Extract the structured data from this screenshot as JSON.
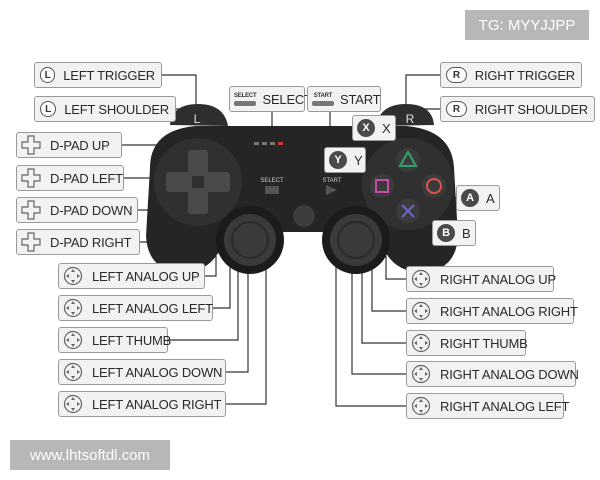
{
  "watermark_top": "TG: MYYJJPP",
  "watermark_bottom": "www.lhtsoftdl.com",
  "controller": {
    "left_bumper_letter": "L",
    "right_bumper_letter": "R",
    "select_text": "SELECT",
    "start_text": "START"
  },
  "labels": {
    "left_trigger": {
      "pill": "L",
      "text": "LEFT TRIGGER"
    },
    "left_shoulder": {
      "pill": "L",
      "text": "LEFT SHOULDER"
    },
    "right_trigger": {
      "pill": "R",
      "text": "RIGHT TRIGGER"
    },
    "right_shoulder": {
      "pill": "R",
      "text": "RIGHT SHOULDER"
    },
    "select": {
      "small": "SELECT",
      "text": "SELECT"
    },
    "start": {
      "small": "START",
      "text": "START"
    },
    "x_button": {
      "badge": "X",
      "text": "X"
    },
    "y_button": {
      "badge": "Y",
      "text": "Y"
    },
    "a_button": {
      "badge": "A",
      "text": "A"
    },
    "b_button": {
      "badge": "B",
      "text": "B"
    },
    "dpad_up": "D-PAD UP",
    "dpad_left": "D-PAD LEFT",
    "dpad_down": "D-PAD DOWN",
    "dpad_right": "D-PAD RIGHT",
    "left_analog_up": "LEFT ANALOG UP",
    "left_analog_left": "LEFT ANALOG LEFT",
    "left_thumb": "LEFT THUMB",
    "left_analog_down": "LEFT ANALOG DOWN",
    "left_analog_right": "LEFT ANALOG RIGHT",
    "right_analog_up": "RIGHT ANALOG UP",
    "right_analog_right": "RIGHT ANALOG RIGHT",
    "right_thumb": "RIGHT THUMB",
    "right_analog_down": "RIGHT ANALOG DOWN",
    "right_analog_left": "RIGHT ANALOG LEFT"
  },
  "colors": {
    "controller_body": "#252525",
    "triangle": "#2ea36a",
    "circle": "#e0524a",
    "cross": "#6a64c8",
    "square": "#c84aa8",
    "leader_line": "#333333"
  }
}
